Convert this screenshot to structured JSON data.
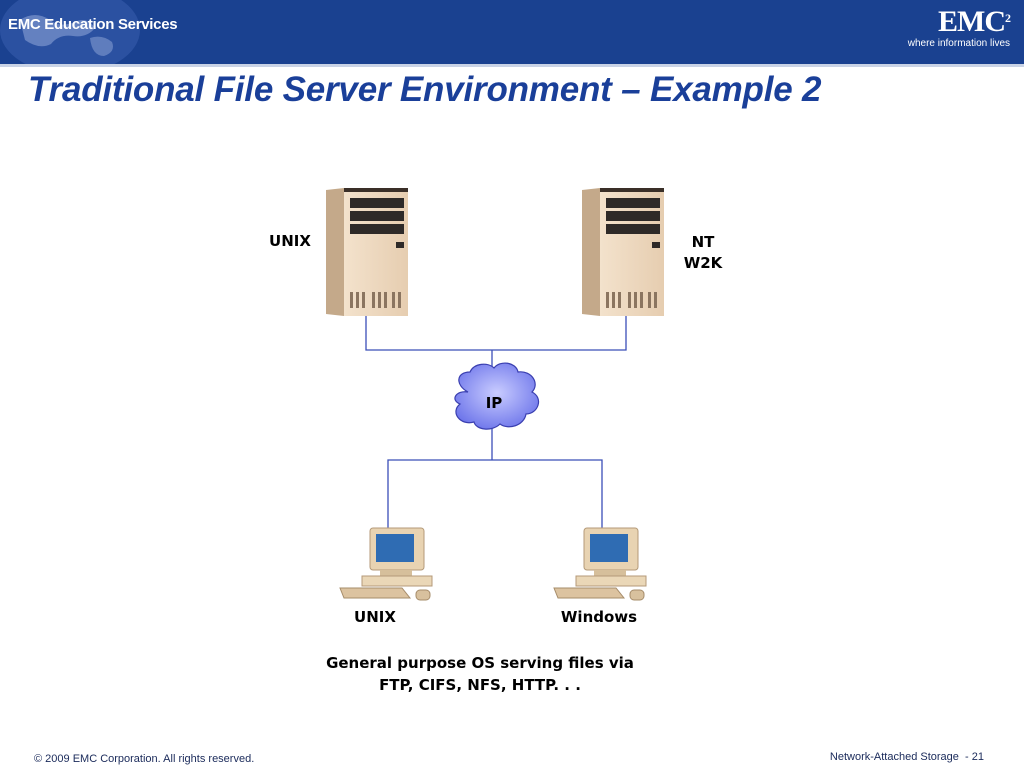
{
  "header": {
    "brand_text": "EMC Education Services",
    "logo_mark": "EMC",
    "logo_superscript": "2",
    "logo_tagline": "where information lives"
  },
  "title": "Traditional File Server Environment – Example 2",
  "diagram": {
    "servers": [
      {
        "label": "UNIX",
        "icon": "server-tower-icon"
      },
      {
        "label_line1": "NT",
        "label_line2": "W2K",
        "icon": "server-tower-icon"
      }
    ],
    "network": {
      "label": "IP",
      "icon": "cloud-icon"
    },
    "clients": [
      {
        "label": "UNIX",
        "icon": "desktop-computer-icon"
      },
      {
        "label": "Windows",
        "icon": "desktop-computer-icon"
      }
    ],
    "caption_line1": "General purpose OS serving files via",
    "caption_line2": "FTP, CIFS, NFS, HTTP. . ."
  },
  "footer": {
    "copyright": "© 2009 EMC Corporation. All rights reserved.",
    "section": "Network-Attached Storage",
    "page": "- 21"
  },
  "colors": {
    "header_bg": "#1a4190",
    "title": "#1a3f99",
    "line": "#3b4fb8",
    "cloud_fill": "#7f88f0"
  }
}
